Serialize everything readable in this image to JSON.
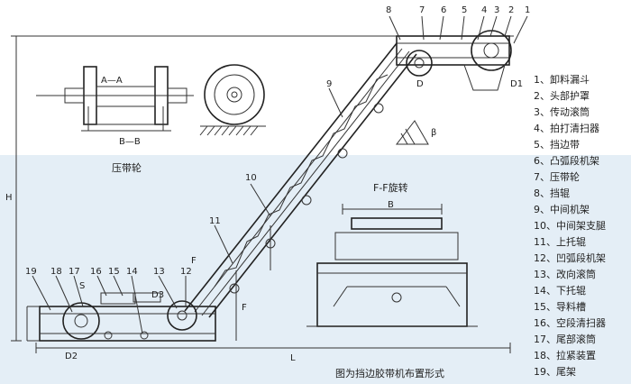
{
  "section_labels": {
    "aa": "A—A",
    "bb": "B—B",
    "pressure_roller": "压带轮",
    "ff_rotation": "F-F旋转",
    "f_marker_left": "F",
    "f_marker_right": "F"
  },
  "dimension_labels": {
    "height": "H",
    "length": "L",
    "width": "B",
    "angle": "β",
    "s": "S",
    "d1": "D1",
    "d2": "D2",
    "d3": "D3",
    "d": "D"
  },
  "callout_numbers": [
    "1",
    "2",
    "3",
    "4",
    "5",
    "6",
    "7",
    "8",
    "9",
    "10",
    "11",
    "12",
    "13",
    "14",
    "15",
    "16",
    "17",
    "18",
    "19"
  ],
  "legend": [
    "1、卸料漏斗",
    "2、头部护罩",
    "3、传动滚筒",
    "4、拍打清扫器",
    "5、挡边带",
    "6、凸弧段机架",
    "7、压带轮",
    "8、挡辊",
    "9、中间机架",
    "10、中间架支腿",
    "11、上托辊",
    "12、凹弧段机架",
    "13、改向滚筒",
    "14、下托辊",
    "15、导料槽",
    "16、空段清扫器",
    "17、尾部滚筒",
    "18、拉紧装置",
    "19、尾架"
  ],
  "caption": "图为挡边胶带机布置形式"
}
